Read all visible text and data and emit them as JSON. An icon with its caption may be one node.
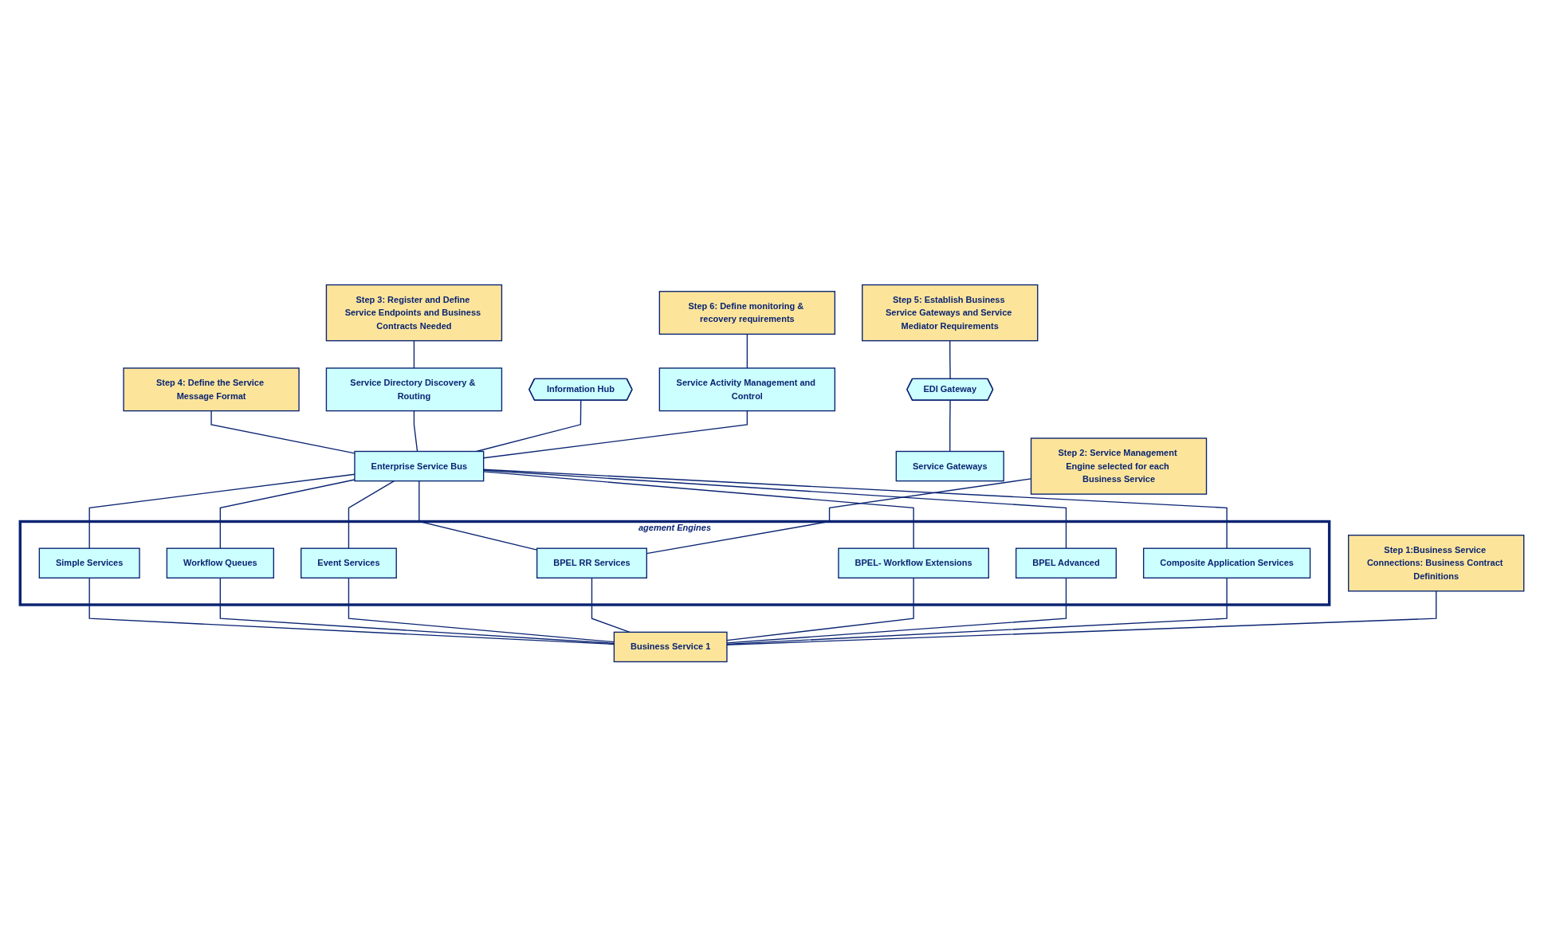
{
  "diagram": {
    "nodes": [
      {
        "text": [
          "Step 3: Register and Define Service Endpoints and Business Contracts Needed"
        ]
      },
      {
        "text": [
          "Service Directory Discovery & Routing"
        ]
      },
      {
        "text": [
          "Step 4: Define the Service Message Format"
        ]
      },
      {
        "text": [
          "Step 5: Establish Business Service Gateways and Service Mediator Requirements"
        ]
      },
      {
        "text": [
          "Information Hub"
        ]
      },
      {
        "text": [
          "EDI Gateway"
        ]
      },
      {
        "text": [
          "Step 6: Define monitoring & recovery requirements"
        ]
      },
      {
        "text": [
          "Enterprise Service Bus"
        ]
      },
      {
        "text": [
          "Service Gateways"
        ]
      },
      {
        "text": [
          "Service Activity Management and Control"
        ]
      },
      {
        "text": [
          "agement Engines"
        ]
      },
      {
        "text": [
          "Simple Services"
        ],
        "in": 10
      },
      {
        "text": [
          "Workflow Queues"
        ],
        "in": 10
      },
      {
        "text": [
          "Event Services"
        ],
        "in": 10
      },
      {
        "text": [
          "BPEL RR Services"
        ],
        "in": 10
      },
      {
        "text": [
          "BPEL- Workflow Extensions"
        ],
        "in": 10
      },
      {
        "text": [
          "BPEL Advanced"
        ],
        "in": 10
      },
      {
        "text": [
          "Composite Application Services"
        ],
        "in": 10
      },
      {
        "text": [
          "Step 2: Service Management Engine selected for each Business Service"
        ]
      },
      {
        "text": [
          "Step 1:Business Service Connections: Business Contract Definitions"
        ]
      },
      {
        "text": [
          "Business Service 1"
        ]
      }
    ],
    "edges": [
      {
        "from": 0,
        "to": 1,
        "arrow": "none"
      },
      {
        "from": 2,
        "to": 7,
        "arrow": "none"
      },
      {
        "from": 3,
        "to": 5,
        "arrow": "none"
      },
      {
        "from": 1,
        "to": 7,
        "arrow": "none"
      },
      {
        "from": 4,
        "to": 7,
        "arrow": "none"
      },
      {
        "from": 5,
        "to": 8,
        "arrow": "none"
      },
      {
        "from": 6,
        "to": 9,
        "arrow": "none"
      },
      {
        "from": 9,
        "to": 7,
        "arrow": "none"
      },
      {
        "from": 7,
        "to": 11,
        "arrow": "none"
      },
      {
        "from": 7,
        "to": 12,
        "arrow": "none"
      },
      {
        "from": 7,
        "to": 13,
        "arrow": "none"
      },
      {
        "from": 7,
        "to": 14,
        "arrow": "none"
      },
      {
        "from": 7,
        "to": 15,
        "arrow": "none"
      },
      {
        "from": 7,
        "to": 16,
        "arrow": "none"
      },
      {
        "from": 7,
        "to": 17,
        "arrow": "none"
      },
      {
        "from": 18,
        "to": 14,
        "arrow": "none"
      },
      {
        "from": 11,
        "to": 20,
        "arrow": "none"
      },
      {
        "from": 12,
        "to": 20,
        "arrow": "none"
      },
      {
        "from": 13,
        "to": 20,
        "arrow": "none"
      },
      {
        "from": 14,
        "to": 20,
        "arrow": "none"
      },
      {
        "from": 15,
        "to": 20,
        "arrow": "none"
      },
      {
        "from": 16,
        "to": 20,
        "arrow": "none"
      },
      {
        "from": 17,
        "to": 20,
        "arrow": "none"
      },
      {
        "from": 19,
        "to": 20,
        "arrow": "none"
      }
    ]
  }
}
